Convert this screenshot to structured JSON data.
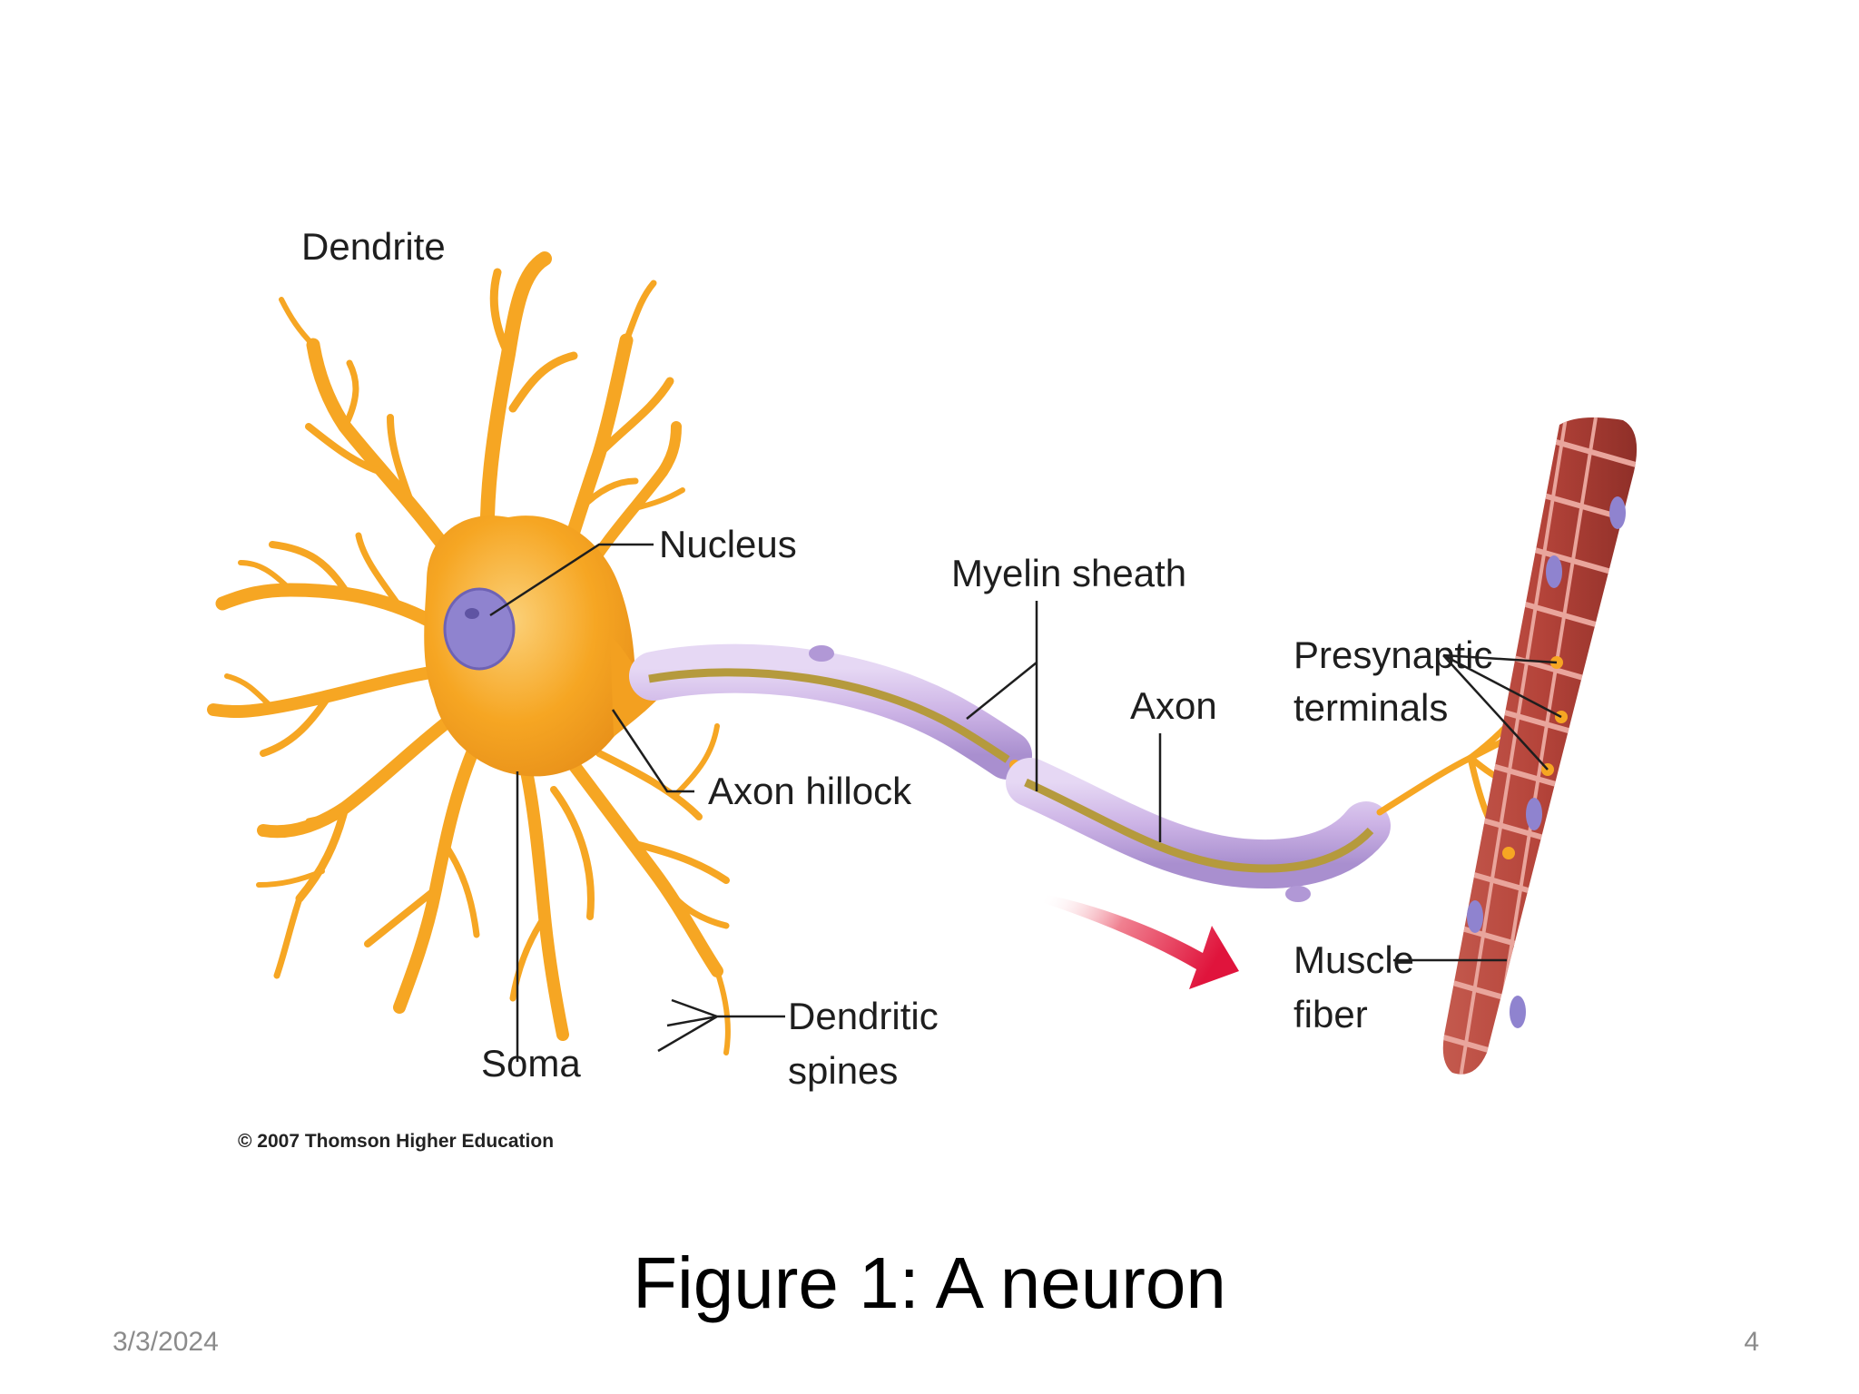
{
  "slide": {
    "caption": "Figure 1: A neuron",
    "date": "3/3/2024",
    "page_number": "4"
  },
  "diagram": {
    "labels": {
      "dendrite": "Dendrite",
      "nucleus": "Nucleus",
      "myelin_sheath": "Myelin sheath",
      "axon": "Axon",
      "presynaptic_line1": "Presynaptic",
      "presynaptic_line2": "terminals",
      "axon_hillock": "Axon hillock",
      "muscle_line1": "Muscle",
      "muscle_line2": "fiber",
      "dendritic_line1": "Dendritic",
      "dendritic_line2": "spines",
      "soma": "Soma"
    },
    "copyright": "© 2007 Thomson Higher Education",
    "colors": {
      "neuron": "#f6a623",
      "soma_highlight": "#f9c25a",
      "nucleus": "#8f83cf",
      "myelin": "#cdb4e6",
      "axon_core": "#b59a3d",
      "muscle": "#b5443a",
      "muscle_stripe": "#e9a59c",
      "signal_arrow": "#e0143c"
    }
  }
}
